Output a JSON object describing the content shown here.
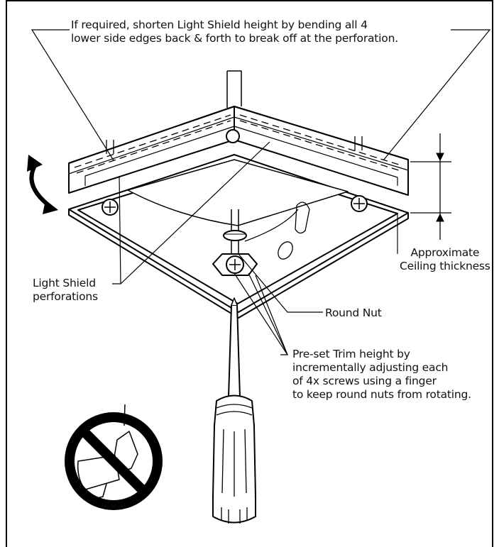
{
  "labels": {
    "shorten_instruction": [
      "If required, shorten Light Shield height by bending all 4",
      "lower side edges back & forth to break off at the perforation."
    ],
    "approximate_ceiling": [
      "Approximate",
      "Ceiling thickness"
    ],
    "light_shield_perforations": [
      "Light Shield",
      "perforations"
    ],
    "round_nut": "Round Nut",
    "preset_trim": [
      "Pre-set Trim height by",
      "incrementally adjusting each",
      "of 4x screws using a finger",
      "to keep round nuts from rotating."
    ]
  },
  "icons": {
    "prohibition": "no-power-drill-icon",
    "screwdriver": "screwdriver-icon",
    "rotate": "bend-back-forth-arrow-icon"
  },
  "colors": {
    "line": "#000000",
    "background": "#ffffff"
  }
}
